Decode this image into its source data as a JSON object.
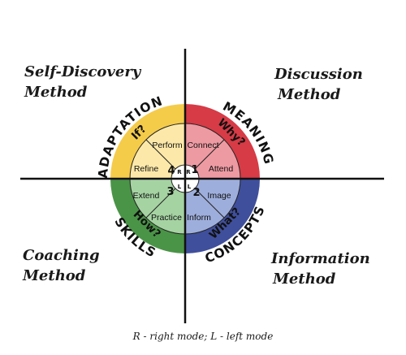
{
  "quadrants": {
    "top_left": {
      "method_line1": "Self-Discovery",
      "method_line2": "Method",
      "ring_word": "ADAPTATION",
      "question": "If?",
      "number": "4",
      "outer_segment": "Perform",
      "inner_segment": "Refine",
      "color": "#f5cb4a",
      "light_color": "#fce9a9"
    },
    "top_right": {
      "method_line1": "Discussion",
      "method_line2": "Method",
      "ring_word": "MEANING",
      "question": "Why?",
      "number": "1",
      "outer_segment": "Connect",
      "inner_segment": "Attend",
      "color": "#d63b46",
      "light_color": "#ee9aa2"
    },
    "bottom_right": {
      "method_line1": "Information",
      "method_line2": "Method",
      "ring_word": "CONCEPTS",
      "question": "What?",
      "number": "2",
      "outer_segment": "Inform",
      "inner_segment": "Image",
      "color": "#3f4f9c",
      "light_color": "#9eaedc"
    },
    "bottom_left": {
      "method_line1": "Coaching",
      "method_line2": "Method",
      "ring_word": "SKILLS",
      "question": "How?",
      "number": "3",
      "outer_segment": "Practice",
      "inner_segment": "Extend",
      "color": "#4a9447",
      "light_color": "#a5d3a2"
    }
  },
  "center_marks": {
    "top_left": "R",
    "top_right": "R",
    "bottom_left": "L",
    "bottom_right": "L"
  },
  "footer_note": "R - right mode; L - left mode"
}
